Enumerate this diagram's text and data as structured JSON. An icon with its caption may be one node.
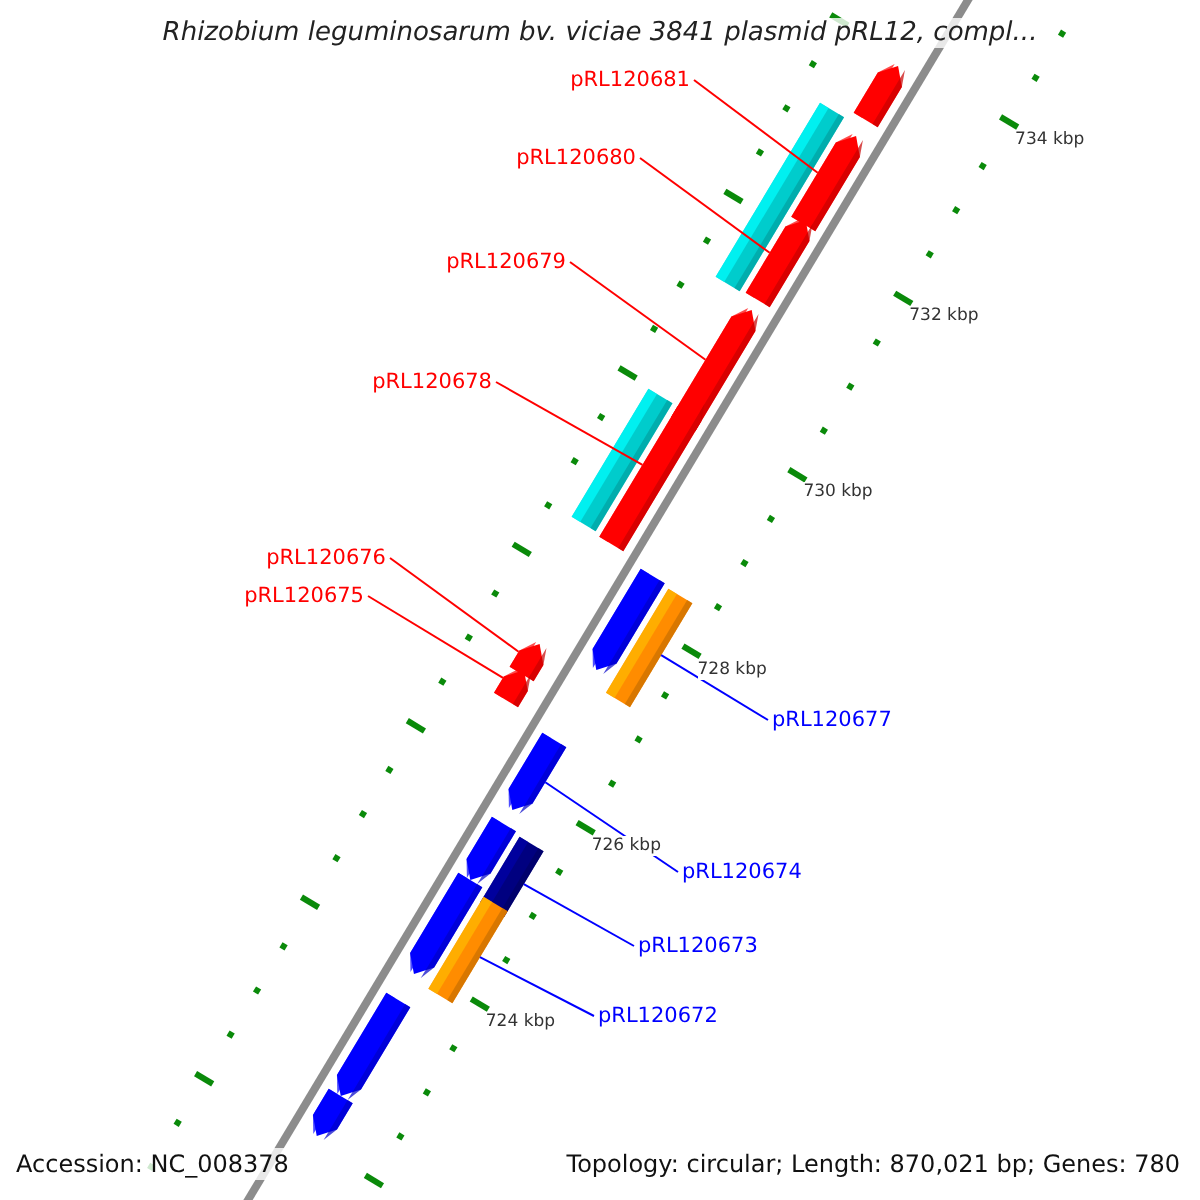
{
  "diagram": {
    "title": "Rhizobium leguminosarum bv. viciae 3841 plasmid pRL12, compl...",
    "nodes": [
      {
        "text": [
          "pRL120681"
        ]
      },
      {
        "text": [
          "pRL120680"
        ]
      },
      {
        "text": [
          "pRL120679"
        ]
      },
      {
        "text": [
          "pRL120678"
        ]
      },
      {
        "text": [
          "pRL120676"
        ]
      },
      {
        "text": [
          "pRL120675"
        ]
      },
      {
        "text": [
          "pRL120677"
        ]
      },
      {
        "text": [
          "pRL120674"
        ]
      },
      {
        "text": [
          "pRL120673"
        ]
      },
      {
        "text": [
          "pRL120672"
        ]
      },
      {
        "text": [],
        "shape": "arrow"
      },
      {
        "text": [],
        "shape": "box"
      },
      {
        "text": [],
        "shape": "arrow"
      },
      {
        "text": [],
        "shape": "arrow"
      },
      {
        "text": [],
        "shape": "arrow"
      },
      {
        "text": [],
        "shape": "box"
      },
      {
        "text": [],
        "shape": "arrow"
      },
      {
        "text": [],
        "shape": "arrow"
      },
      {
        "text": [],
        "shape": "box"
      },
      {
        "text": [],
        "shape": "arrow"
      },
      {
        "text": [],
        "shape": "arrow"
      },
      {
        "text": [],
        "shape": "arrow"
      },
      {
        "text": [],
        "shape": "arrow"
      },
      {
        "text": [],
        "shape": "box"
      },
      {
        "text": [],
        "shape": "arrow"
      },
      {
        "text": [],
        "shape": "box"
      },
      {
        "text": [],
        "shape": "arrow"
      },
      {
        "text": [],
        "shape": "arrow"
      }
    ],
    "edges": [
      {
        "from": 0,
        "to": 12,
        "arrow": "none"
      },
      {
        "from": 1,
        "to": 13,
        "arrow": "none"
      },
      {
        "from": 2,
        "to": 14,
        "arrow": "none"
      },
      {
        "from": 3,
        "to": 16,
        "arrow": "none"
      },
      {
        "from": 4,
        "to": 19,
        "arrow": "none"
      },
      {
        "from": 5,
        "to": 20,
        "arrow": "none"
      },
      {
        "from": 6,
        "to": 18,
        "arrow": "none",
        "color": "#0000ff"
      },
      {
        "from": 7,
        "to": 21,
        "arrow": "none",
        "color": "#0000ff"
      },
      {
        "from": 8,
        "to": 23,
        "arrow": "none",
        "color": "#0000ff"
      },
      {
        "from": 9,
        "to": 25,
        "arrow": "none",
        "color": "#0000ff"
      }
    ],
    "labels": [
      "734 kbp",
      "732 kbp",
      "730 kbp",
      "728 kbp",
      "726 kbp",
      "724 kbp",
      "Accession: NC_008378",
      "Topology: circular; Length: 870,021 bp; Genes: 780"
    ]
  }
}
